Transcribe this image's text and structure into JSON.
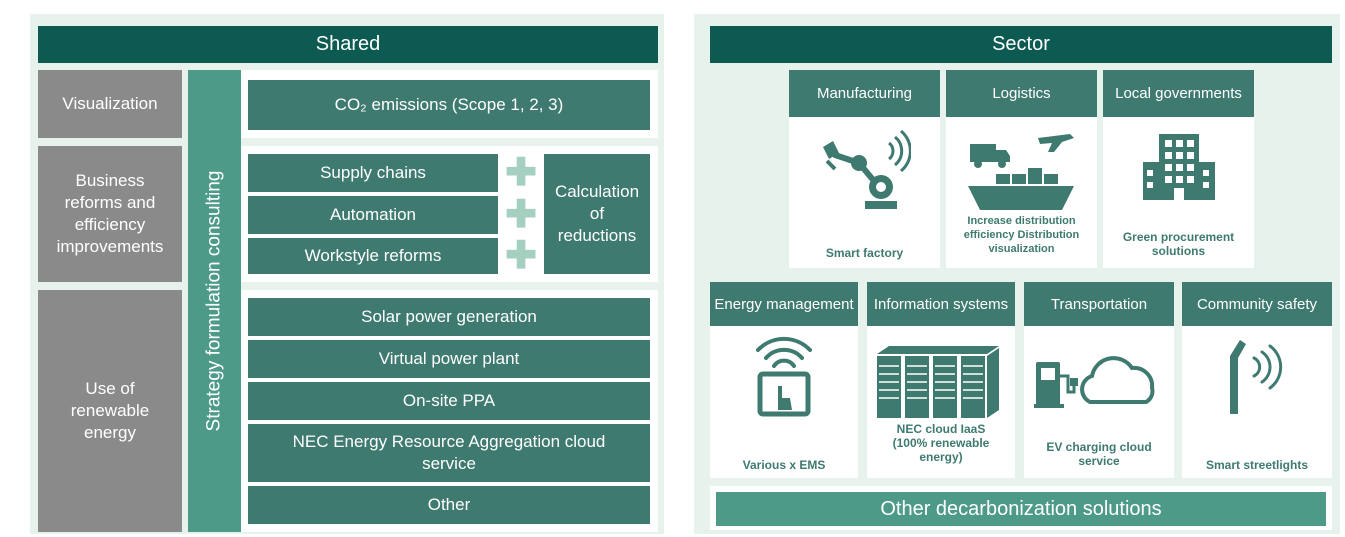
{
  "shared": {
    "title": "Shared",
    "categories": {
      "visualization": "Visualization",
      "business": "Business reforms and efficiency improvements",
      "renewable": "Use of renewable energy"
    },
    "consulting": "Strategy formulation consulting",
    "co2": "CO₂ emissions (Scope 1, 2, 3)",
    "business_items": [
      "Supply chains",
      "Automation",
      "Workstyle reforms"
    ],
    "calculation": "Calculation of reductions",
    "renewable_items": [
      "Solar power generation",
      "Virtual power plant",
      "On-site PPA",
      "NEC Energy Resource Aggregation cloud service",
      "Other"
    ]
  },
  "sector": {
    "title": "Sector",
    "row1": [
      {
        "header": "Manufacturing",
        "caption": "Smart factory",
        "icon": "robot-arm-icon"
      },
      {
        "header": "Logistics",
        "caption": "Increase distribution efficiency Distribution visualization",
        "icon": "logistics-icon"
      },
      {
        "header": "Local governments",
        "caption": "Green procurement solutions",
        "icon": "building-icon"
      }
    ],
    "row2": [
      {
        "header": "Energy management",
        "caption": "Various x EMS",
        "icon": "tablet-wifi-icon"
      },
      {
        "header": "Information systems",
        "caption": "NEC cloud IaaS (100% renewable energy)",
        "icon": "server-rack-icon"
      },
      {
        "header": "Transportation",
        "caption": "EV charging cloud service",
        "icon": "ev-charging-cloud-icon"
      },
      {
        "header": "Community safety",
        "caption": "Smart streetlights",
        "icon": "streetlight-icon"
      }
    ],
    "other": "Other decarbonization solutions"
  }
}
